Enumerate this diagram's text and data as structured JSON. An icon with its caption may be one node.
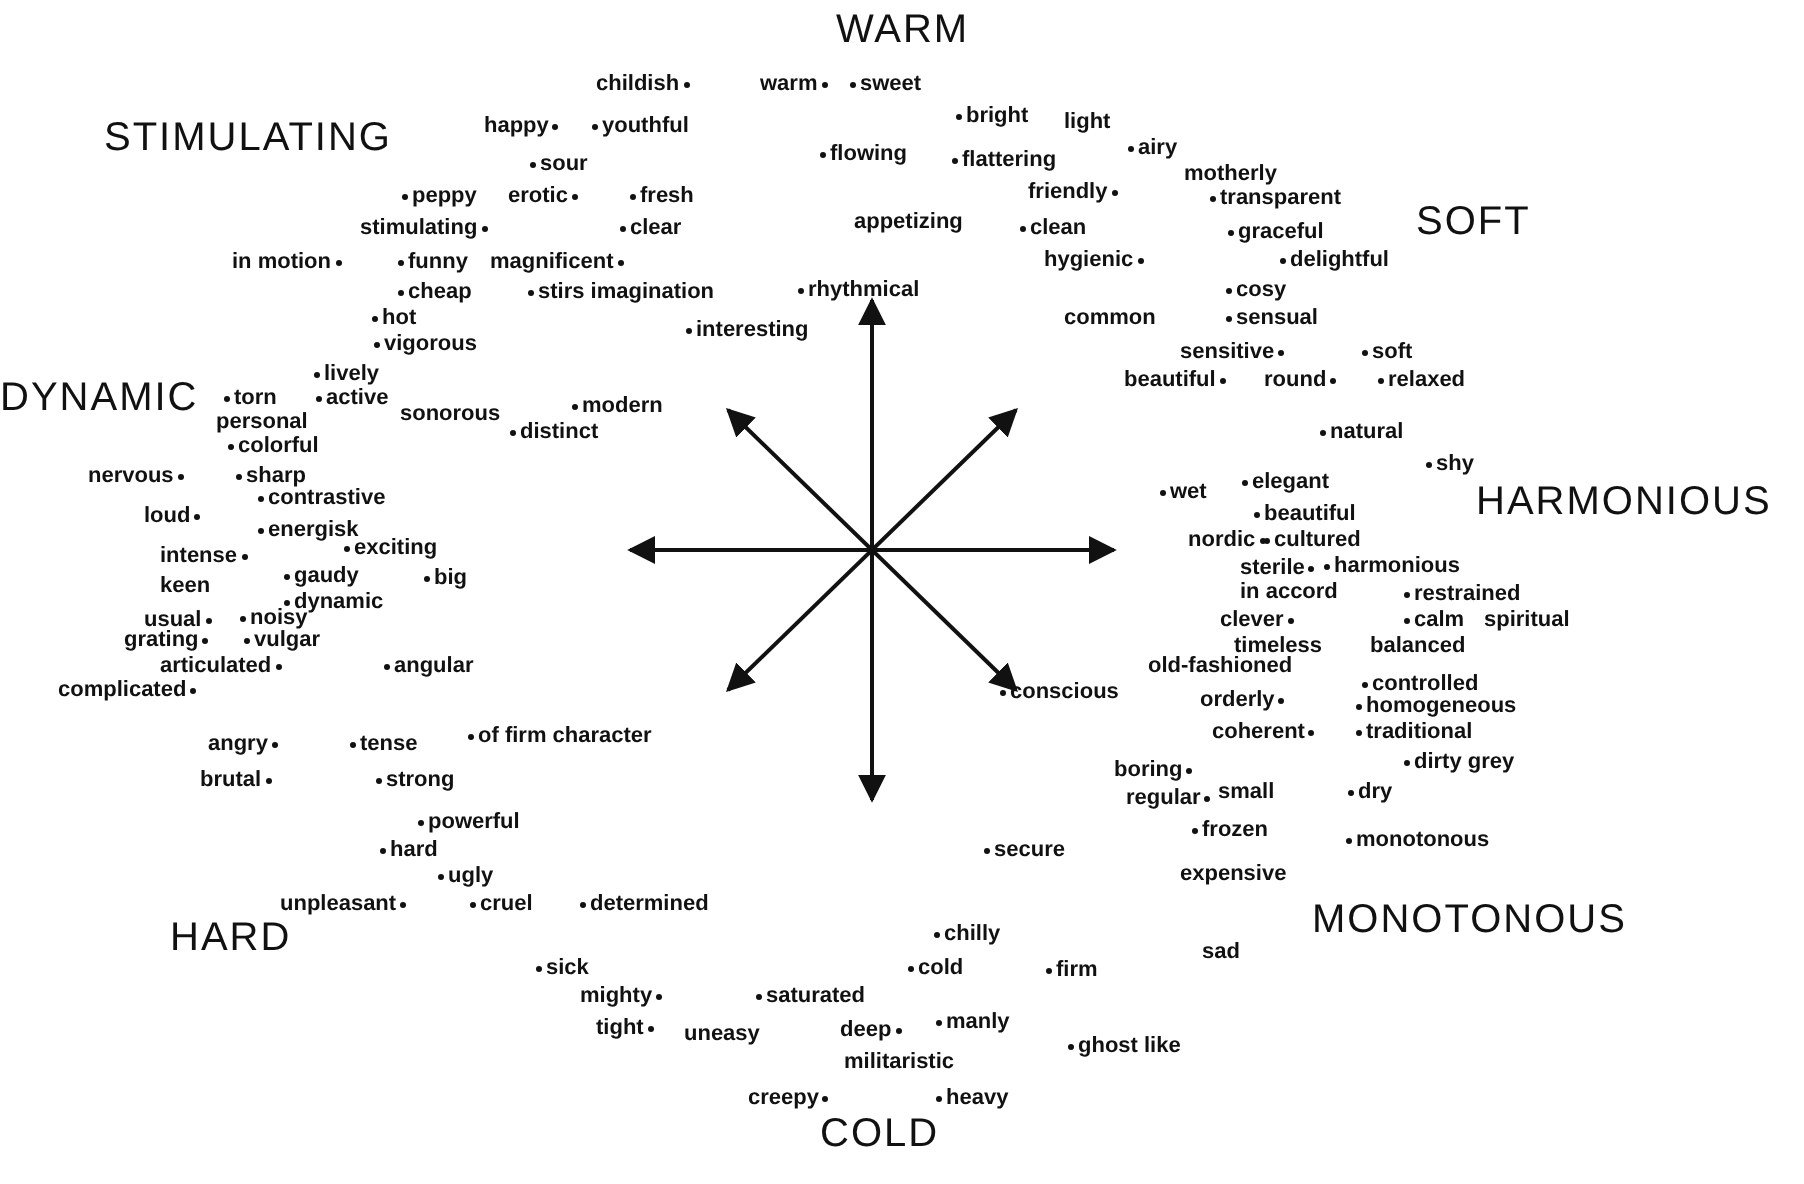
{
  "diagram": {
    "labels": [
      "WARM",
      "childish",
      "warm",
      "sweet",
      "STIMULATING",
      "happy",
      "youthful",
      "bright",
      "light",
      "sour",
      "flowing",
      "flattering",
      "airy",
      "motherly",
      "peppy",
      "erotic",
      "fresh",
      "friendly",
      "transparent",
      "stimulating",
      "clear",
      "appetizing",
      "clean",
      "graceful",
      "SOFT",
      "in motion",
      "funny",
      "magnificent",
      "hygienic",
      "delightful",
      "cheap",
      "stirs imagination",
      "rhythmical",
      "cosy",
      "hot",
      "common",
      "sensual",
      "interesting",
      "vigorous",
      "sensitive",
      "soft",
      "lively",
      "beautiful",
      "round",
      "relaxed",
      "torn",
      "active",
      "sonorous",
      "modern",
      "DYNAMIC",
      "personal",
      "distinct",
      "colorful",
      "natural",
      "nervous",
      "sharp",
      "shy",
      "contrastive",
      "wet",
      "elegant",
      "HARMONIOUS",
      "loud",
      "beautiful",
      "energisk",
      "intense",
      "exciting",
      "nordic",
      "cultured",
      "keen",
      "gaudy",
      "big",
      "sterile",
      "harmonious",
      "dynamic",
      "in accord",
      "restrained",
      "usual",
      "noisy",
      "clever",
      "calm",
      "spiritual",
      "grating",
      "vulgar",
      "timeless",
      "balanced",
      "articulated",
      "angular",
      "complicated",
      "old-fashioned",
      "controlled",
      "conscious",
      "orderly",
      "homogeneous",
      "coherent",
      "traditional",
      "angry",
      "tense",
      "of firm character",
      "brutal",
      "strong",
      "boring",
      "dirty grey",
      "regular",
      "small",
      "dry",
      "powerful",
      "hard",
      "secure",
      "frozen",
      "monotonous",
      "ugly",
      "expensive",
      "unpleasant",
      "cruel",
      "determined",
      "HARD",
      "MONOTONOUS",
      "chilly",
      "sick",
      "cold",
      "firm",
      "sad",
      "mighty",
      "saturated",
      "tight",
      "uneasy",
      "deep",
      "manly",
      "militaristic",
      "ghost like",
      "creepy",
      "heavy",
      "COLD"
    ]
  }
}
